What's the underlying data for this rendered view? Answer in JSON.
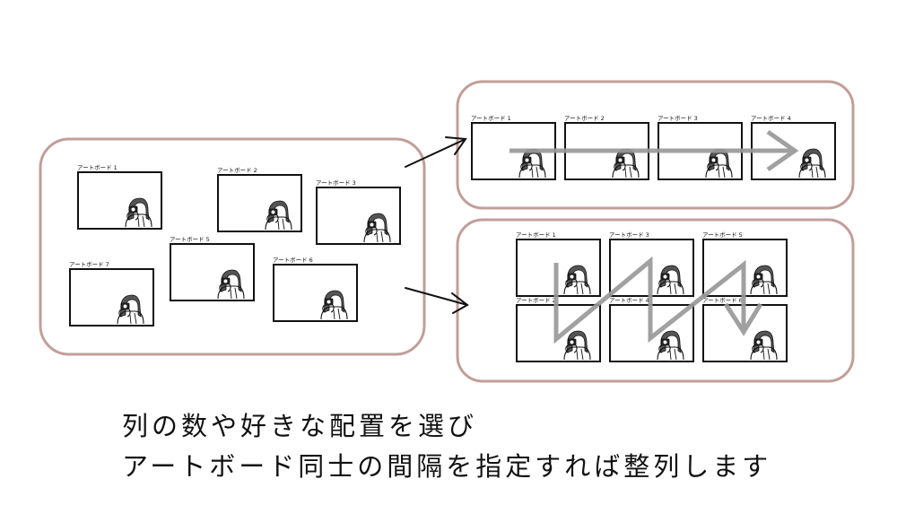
{
  "colors": {
    "panel_border": "#c29e98",
    "artboard_border": "#111111",
    "flow_arrow": "#999999",
    "connector_arrow": "#111111",
    "text": "#111111"
  },
  "icons": {
    "artboard_thumbnail": "person-with-camera-illustration"
  },
  "panels": {
    "scattered": {
      "name": "before-unarranged",
      "artboards": [
        {
          "label": "アートボード 1"
        },
        {
          "label": "アートボード 2"
        },
        {
          "label": "アートボード 3"
        },
        {
          "label": "アートボード 5"
        },
        {
          "label": "アートボード 7"
        },
        {
          "label": "アートボード 6"
        }
      ]
    },
    "row": {
      "name": "arranged-by-row",
      "artboards": [
        {
          "label": "アートボード 1"
        },
        {
          "label": "アートボード 2"
        },
        {
          "label": "アートボード 3"
        },
        {
          "label": "アートボード 4"
        }
      ]
    },
    "grid": {
      "name": "arranged-by-column",
      "columns": 3,
      "rows": 2,
      "artboards": [
        {
          "label": "アートボード 1"
        },
        {
          "label": "アートボード 2"
        },
        {
          "label": "アートボード 3"
        },
        {
          "label": "アートボード 4"
        },
        {
          "label": "アートボード 5"
        },
        {
          "label": "アートボード 6"
        }
      ]
    }
  },
  "caption": {
    "line1": "列の数や好きな配置を選び",
    "line2": "アートボード同士の間隔を指定すれば整列します"
  }
}
